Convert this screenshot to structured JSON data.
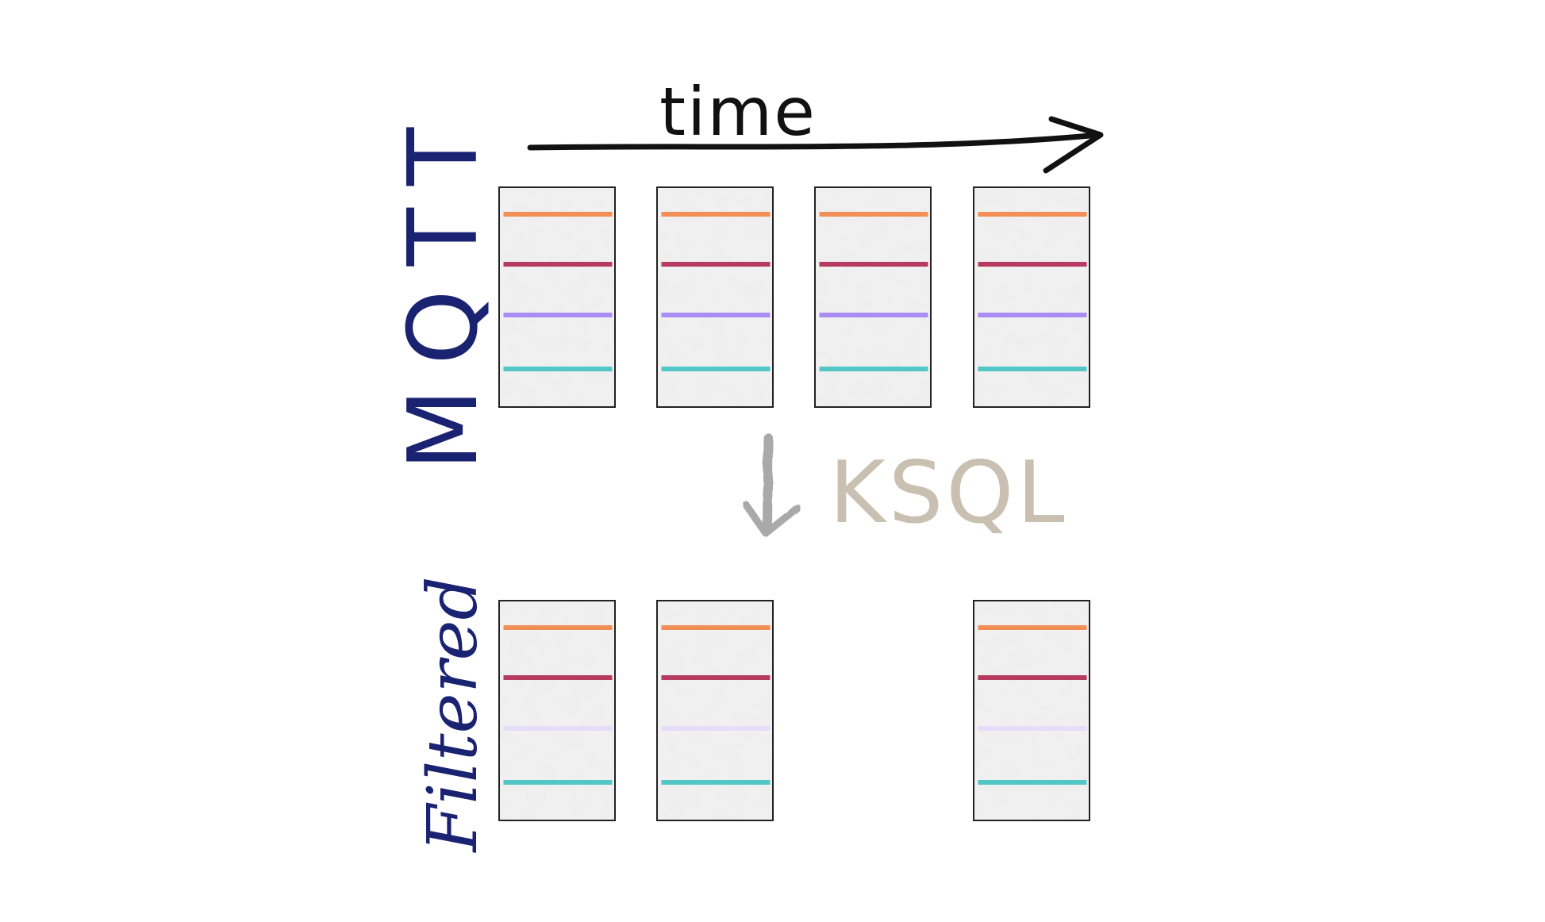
{
  "labels": {
    "time": "time",
    "top_row": "MQTT",
    "transform": "KSQL",
    "bottom_row": "Filtered"
  },
  "colors": {
    "orange": "#f4894f",
    "crimson": "#b33358",
    "violet": "#a687f5",
    "violet_faded": "#e4dcfa",
    "teal": "#4cc4c4",
    "ink_blue": "#1a2272",
    "ink_black": "#111111",
    "ksql_gray": "#c9c0b2",
    "arrow_gray": "#a9a9a9",
    "frame": "#222222",
    "paper": "#eeeeee"
  },
  "mqtt_frames": [
    {
      "stripes": [
        "orange",
        "crimson",
        "violet",
        "teal"
      ]
    },
    {
      "stripes": [
        "orange",
        "crimson",
        "violet",
        "teal"
      ]
    },
    {
      "stripes": [
        "orange",
        "crimson",
        "violet",
        "teal"
      ]
    },
    {
      "stripes": [
        "orange",
        "crimson",
        "violet",
        "teal"
      ]
    }
  ],
  "filtered_frames": [
    {
      "present": true,
      "stripes": [
        "orange",
        "crimson",
        "violet_faded",
        "teal"
      ]
    },
    {
      "present": true,
      "stripes": [
        "orange",
        "crimson",
        "violet_faded",
        "teal"
      ]
    },
    {
      "present": false,
      "stripes": []
    },
    {
      "present": true,
      "stripes": [
        "orange",
        "crimson",
        "violet_faded",
        "teal"
      ]
    }
  ]
}
